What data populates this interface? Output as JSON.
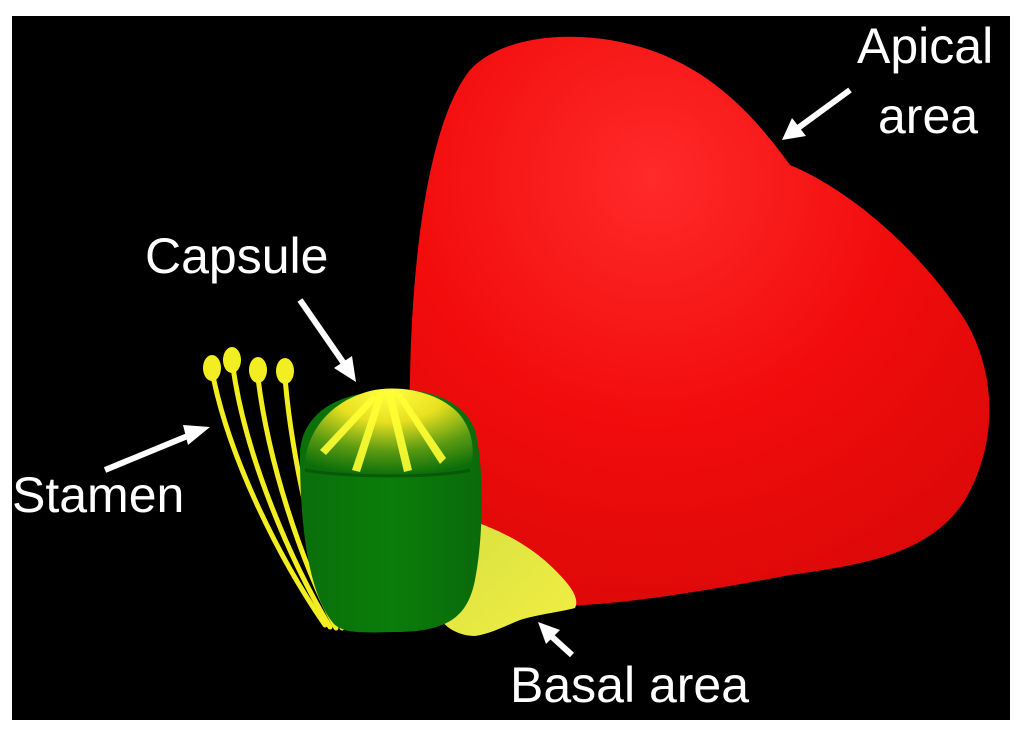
{
  "colors": {
    "background": "#000000",
    "frame": "#ffffff",
    "petal": "#f20c0c",
    "basal": "#e8e84a",
    "capsule": "#0a7a0a",
    "capsule_top": "#f0e826",
    "stamen": "#f2ee22",
    "label_text": "#ffffff"
  },
  "labels": {
    "apical_line1": "Apical",
    "apical_line2": "area",
    "capsule": "Capsule",
    "stamen": "Stamen",
    "basal": "Basal area"
  }
}
